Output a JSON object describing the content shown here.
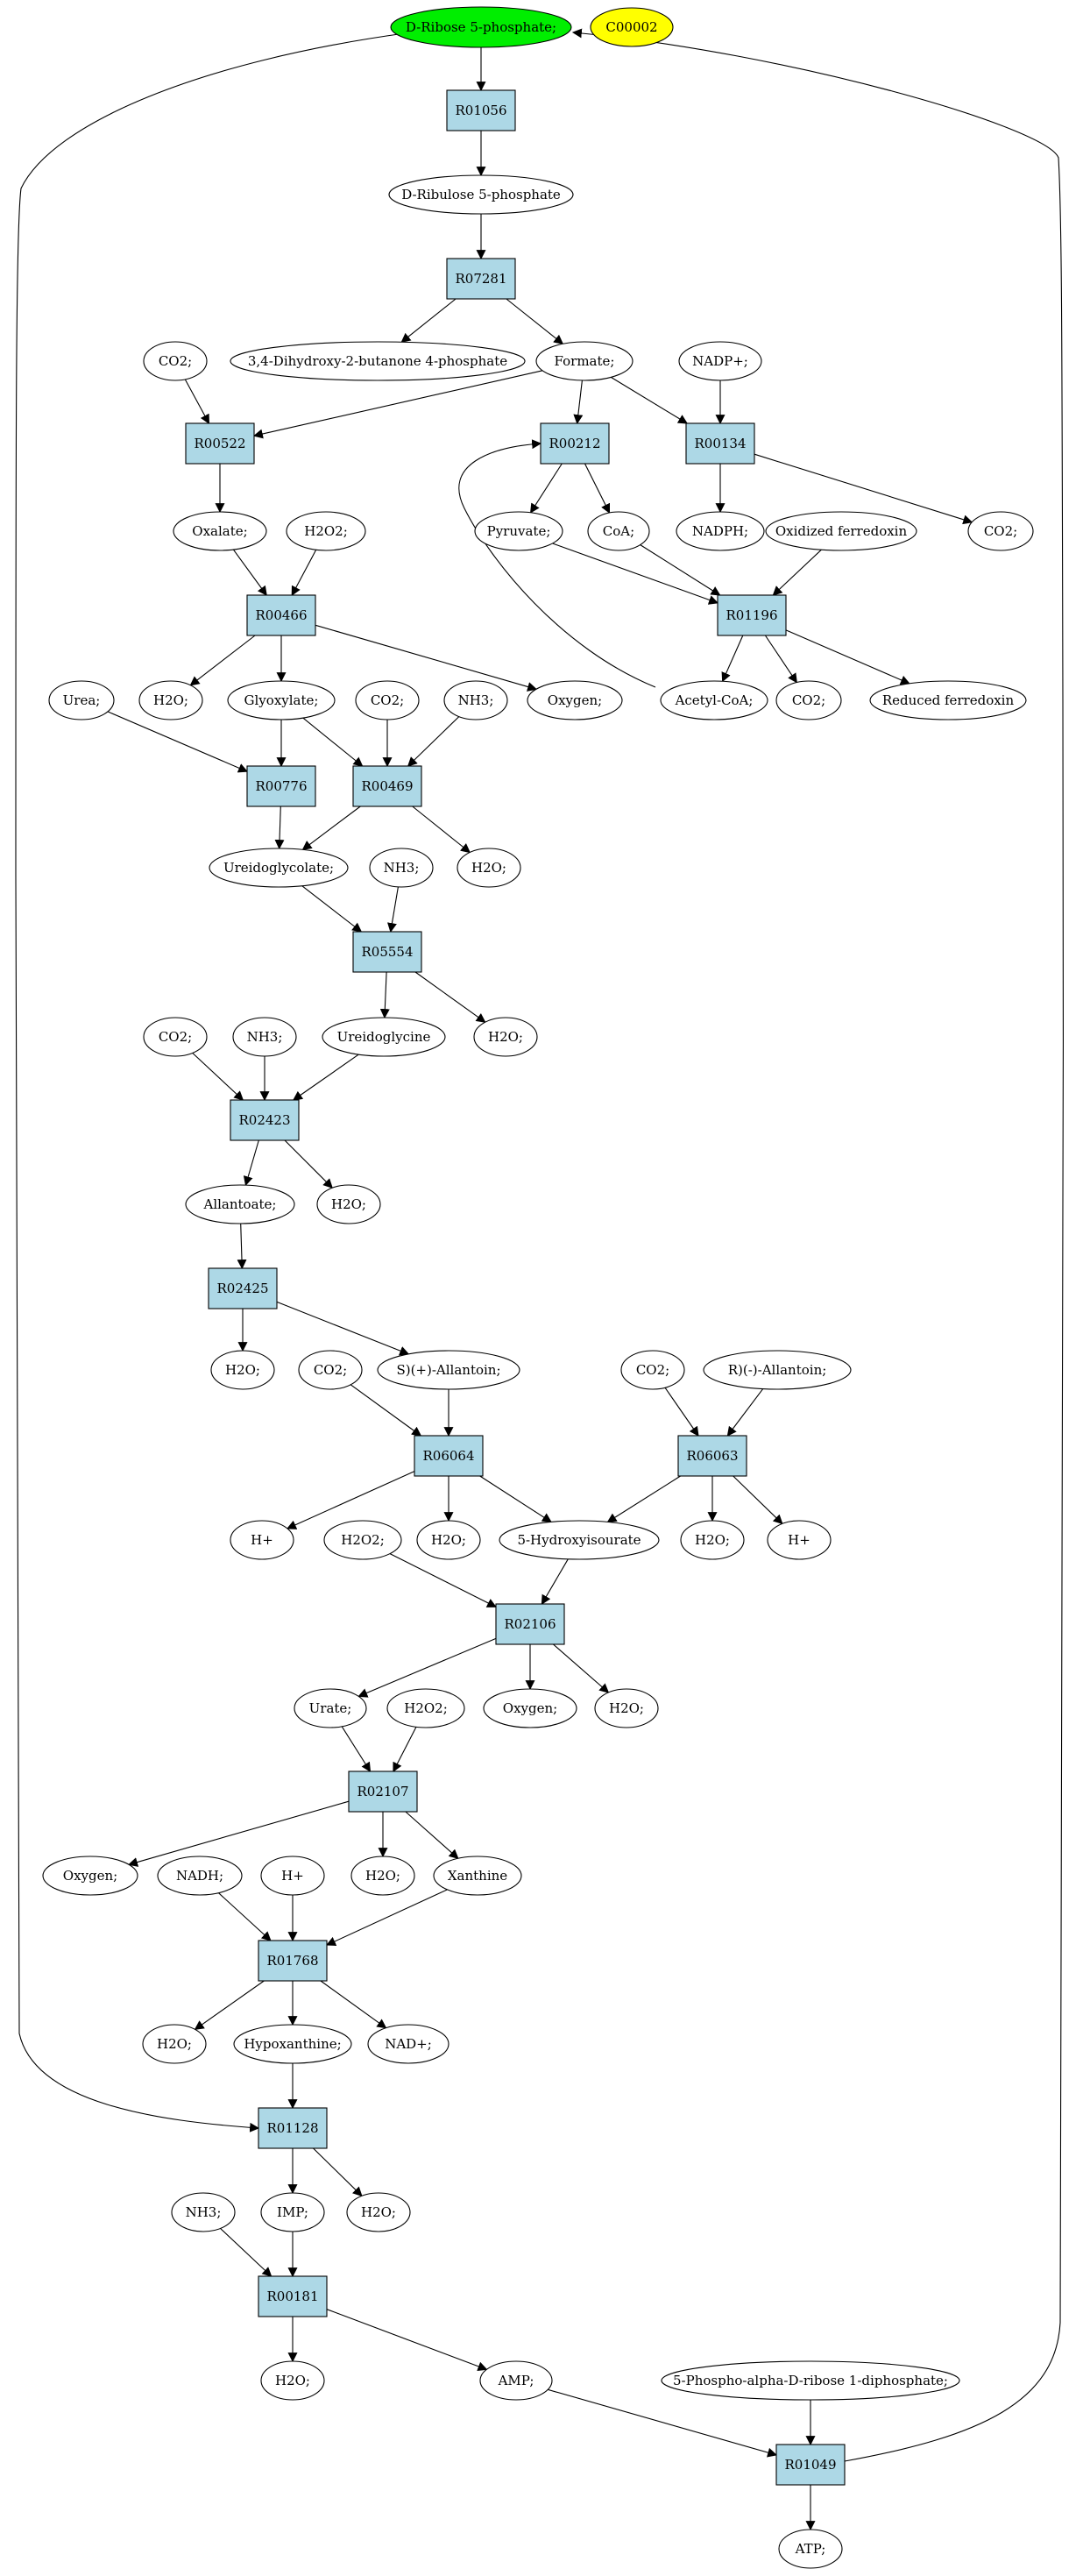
{
  "colors": {
    "reaction_fill": "#add8e6",
    "compound_fill": "#ffffff",
    "start_fill": "#00ee00",
    "legend_fill": "#ffff00"
  },
  "nodes": {
    "n1": {
      "label": "D-Ribose 5-phosphate;",
      "kind": "start"
    },
    "n2": {
      "label": "C00002",
      "kind": "legend"
    },
    "n3": {
      "label": "R01056",
      "kind": "reaction"
    },
    "n4": {
      "label": "D-Ribulose 5-phosphate",
      "kind": "compound"
    },
    "n5": {
      "label": "R07281",
      "kind": "reaction"
    },
    "n6": {
      "label": "CO2;",
      "kind": "compound"
    },
    "n7": {
      "label": "3,4-Dihydroxy-2-butanone 4-phosphate",
      "kind": "compound"
    },
    "n8": {
      "label": "Formate;",
      "kind": "compound"
    },
    "n9": {
      "label": "NADP+;",
      "kind": "compound"
    },
    "n10": {
      "label": "R00522",
      "kind": "reaction"
    },
    "n11": {
      "label": "R00212",
      "kind": "reaction"
    },
    "n12": {
      "label": "R00134",
      "kind": "reaction"
    },
    "n13": {
      "label": "Oxalate;",
      "kind": "compound"
    },
    "n14": {
      "label": "H2O2;",
      "kind": "compound"
    },
    "n15": {
      "label": "Pyruvate;",
      "kind": "compound"
    },
    "n16": {
      "label": "CoA;",
      "kind": "compound"
    },
    "n17": {
      "label": "Oxidized ferredoxin",
      "kind": "compound"
    },
    "n18": {
      "label": "NADPH;",
      "kind": "compound"
    },
    "n19": {
      "label": "CO2;",
      "kind": "compound"
    },
    "n20": {
      "label": "R00466",
      "kind": "reaction"
    },
    "n21": {
      "label": "R01196",
      "kind": "reaction"
    },
    "n22": {
      "label": "Urea;",
      "kind": "compound"
    },
    "n23": {
      "label": "H2O;",
      "kind": "compound"
    },
    "n24": {
      "label": "Glyoxylate;",
      "kind": "compound"
    },
    "n25": {
      "label": "CO2;",
      "kind": "compound"
    },
    "n26": {
      "label": "NH3;",
      "kind": "compound"
    },
    "n27": {
      "label": "Oxygen;",
      "kind": "compound"
    },
    "n28": {
      "label": "Acetyl-CoA;",
      "kind": "compound"
    },
    "n29": {
      "label": "CO2;",
      "kind": "compound"
    },
    "n30": {
      "label": "Reduced ferredoxin",
      "kind": "compound"
    },
    "n31": {
      "label": "R00776",
      "kind": "reaction"
    },
    "n32": {
      "label": "R00469",
      "kind": "reaction"
    },
    "n33": {
      "label": "Ureidoglycolate;",
      "kind": "compound"
    },
    "n34": {
      "label": "NH3;",
      "kind": "compound"
    },
    "n35": {
      "label": "H2O;",
      "kind": "compound"
    },
    "n36": {
      "label": "R05554",
      "kind": "reaction"
    },
    "n37": {
      "label": "CO2;",
      "kind": "compound"
    },
    "n38": {
      "label": "NH3;",
      "kind": "compound"
    },
    "n39": {
      "label": "Ureidoglycine",
      "kind": "compound"
    },
    "n40": {
      "label": "H2O;",
      "kind": "compound"
    },
    "n41": {
      "label": "R02423",
      "kind": "reaction"
    },
    "n42": {
      "label": "Allantoate;",
      "kind": "compound"
    },
    "n43": {
      "label": "H2O;",
      "kind": "compound"
    },
    "n44": {
      "label": "R02425",
      "kind": "reaction"
    },
    "n45": {
      "label": "H2O;",
      "kind": "compound"
    },
    "n46": {
      "label": "CO2;",
      "kind": "compound"
    },
    "n47": {
      "label": "S)(+)-Allantoin;",
      "kind": "compound"
    },
    "n48": {
      "label": "CO2;",
      "kind": "compound"
    },
    "n49": {
      "label": "R)(-)-Allantoin;",
      "kind": "compound"
    },
    "n50": {
      "label": "R06064",
      "kind": "reaction"
    },
    "n51": {
      "label": "R06063",
      "kind": "reaction"
    },
    "n52": {
      "label": "H+",
      "kind": "compound"
    },
    "n53": {
      "label": "H2O2;",
      "kind": "compound"
    },
    "n54": {
      "label": "H2O;",
      "kind": "compound"
    },
    "n55": {
      "label": "5-Hydroxyisourate",
      "kind": "compound"
    },
    "n56": {
      "label": "H2O;",
      "kind": "compound"
    },
    "n57": {
      "label": "H+",
      "kind": "compound"
    },
    "n58": {
      "label": "R02106",
      "kind": "reaction"
    },
    "n59": {
      "label": "Urate;",
      "kind": "compound"
    },
    "n60": {
      "label": "H2O2;",
      "kind": "compound"
    },
    "n61": {
      "label": "Oxygen;",
      "kind": "compound"
    },
    "n62": {
      "label": "H2O;",
      "kind": "compound"
    },
    "n63": {
      "label": "R02107",
      "kind": "reaction"
    },
    "n64": {
      "label": "Oxygen;",
      "kind": "compound"
    },
    "n65": {
      "label": "NADH;",
      "kind": "compound"
    },
    "n66": {
      "label": "H+",
      "kind": "compound"
    },
    "n67": {
      "label": "H2O;",
      "kind": "compound"
    },
    "n68": {
      "label": "Xanthine",
      "kind": "compound"
    },
    "n69": {
      "label": "R01768",
      "kind": "reaction"
    },
    "n70": {
      "label": "H2O;",
      "kind": "compound"
    },
    "n71": {
      "label": "Hypoxanthine;",
      "kind": "compound"
    },
    "n72": {
      "label": "NAD+;",
      "kind": "compound"
    },
    "n73": {
      "label": "R01128",
      "kind": "reaction"
    },
    "n74": {
      "label": "NH3;",
      "kind": "compound"
    },
    "n75": {
      "label": "IMP;",
      "kind": "compound"
    },
    "n76": {
      "label": "H2O;",
      "kind": "compound"
    },
    "n77": {
      "label": "R00181",
      "kind": "reaction"
    },
    "n78": {
      "label": "H2O;",
      "kind": "compound"
    },
    "n79": {
      "label": "AMP;",
      "kind": "compound"
    },
    "n80": {
      "label": "5-Phospho-alpha-D-ribose 1-diphosphate;",
      "kind": "compound"
    },
    "n81": {
      "label": "R01049",
      "kind": "reaction"
    },
    "n82": {
      "label": "ATP;",
      "kind": "compound"
    }
  }
}
